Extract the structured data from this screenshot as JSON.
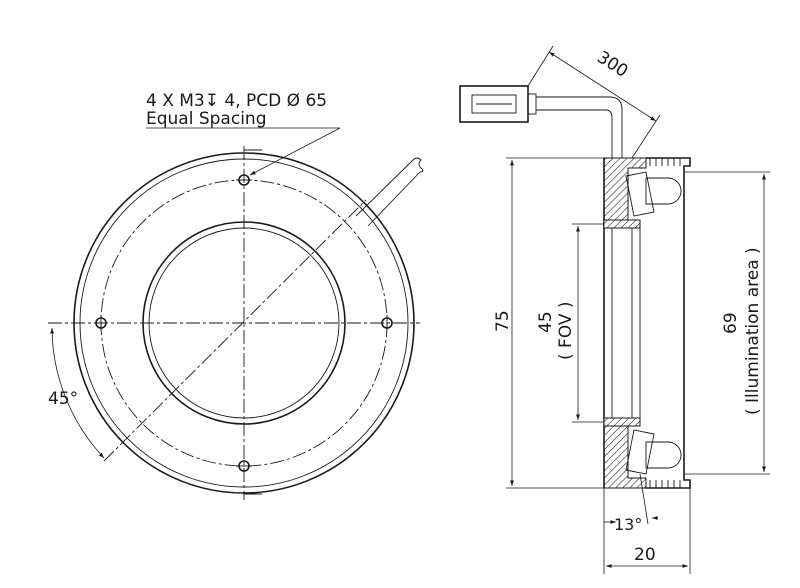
{
  "front_view": {
    "hole_note_line1": "4 X M3",
    "depth_symbol": "↧",
    "hole_note_mid": "4, PCD",
    "diameter_symbol": "Ø",
    "pcd_value": "65",
    "hole_note_line2": "Equal Spacing",
    "angle_label": "45°"
  },
  "side_view": {
    "cable_length": "300",
    "outer_height": "75",
    "fov_value": "45",
    "fov_label": "( FOV )",
    "illum_value": "69",
    "illum_label": "( Illumination area )",
    "led_angle": "13°",
    "depth": "20"
  }
}
